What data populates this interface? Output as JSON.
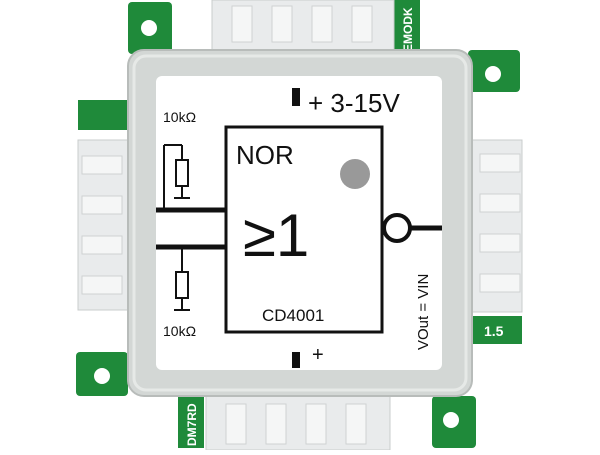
{
  "module": {
    "gate_name": "NOR",
    "gate_symbol": "≥1",
    "chip_label": "CD4001",
    "supply_label": "+ 3-15V",
    "ground_plus": "+",
    "resistor_top": "10kΩ",
    "resistor_bottom": "10kΩ",
    "output_label": "VOut = VIN",
    "brand_top": "EMODK",
    "brand_bottom": "DM7RD",
    "version": "1.5"
  },
  "colors": {
    "pcb_green": "#1f8a3a",
    "housing": "#d3d7d5",
    "connector": "#e7e9ea",
    "indicator": "#999999"
  }
}
